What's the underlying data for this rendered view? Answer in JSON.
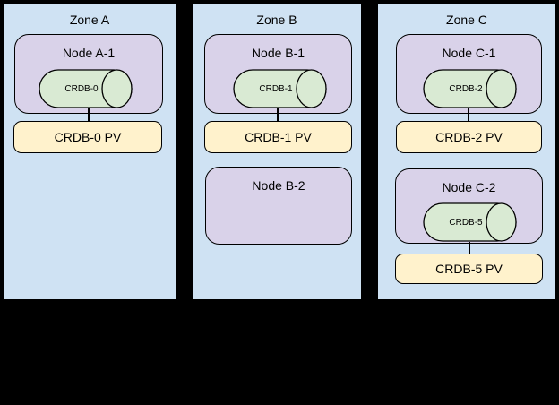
{
  "zones": [
    {
      "label": "Zone A",
      "nodes": [
        {
          "label": "Node A-1",
          "db_label": "CRDB-0",
          "pv_label": "CRDB-0 PV"
        }
      ]
    },
    {
      "label": "Zone B",
      "nodes": [
        {
          "label": "Node B-1",
          "db_label": "CRDB-1",
          "pv_label": "CRDB-1 PV"
        },
        {
          "label": "Node B-2"
        }
      ]
    },
    {
      "label": "Zone C",
      "nodes": [
        {
          "label": "Node C-1",
          "db_label": "CRDB-2",
          "pv_label": "CRDB-2 PV"
        },
        {
          "label": "Node C-2",
          "db_label": "CRDB-5",
          "pv_label": "CRDB-5 PV"
        }
      ]
    }
  ],
  "colors": {
    "background": "#000000",
    "zone_fill": "#cfe2f3",
    "node_fill": "#d9d2e9",
    "db_fill": "#d9ead3",
    "pv_fill": "#fff2cc",
    "stroke": "#000000"
  }
}
